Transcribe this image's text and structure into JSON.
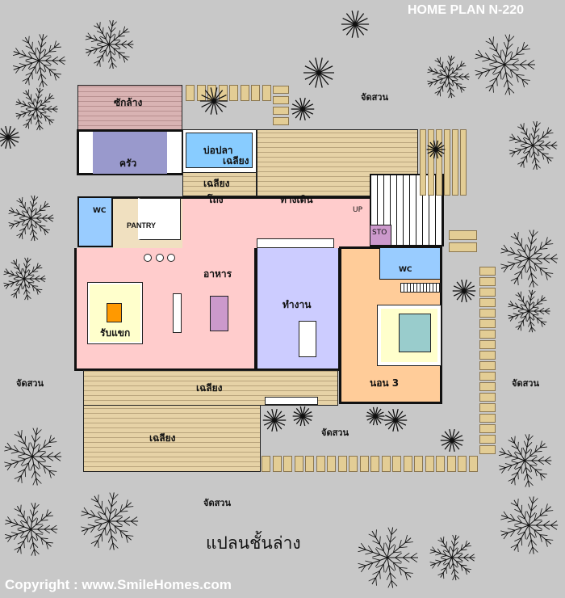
{
  "title": "HOME PLAN N-220",
  "plan_title": "แปลนชั้นล่าง",
  "copyright": "Copyright : www.SmileHomes.com",
  "rooms": {
    "laundry": "ซักล้าง",
    "kitchen": "ครัว",
    "pond_line1": "บ่อปลา",
    "pond_line2": "เฉลียง",
    "terrace_small": "เฉลียง",
    "wc_left": "WC",
    "pantry": "PANTRY",
    "hall": "โถง",
    "walkway": "ทางเดิน",
    "up": "UP",
    "storage": "STO",
    "dining": "อาหาร",
    "living": "รับแขก",
    "work": "ทำงาน",
    "wc_right": "WC",
    "bedroom": "นอน 3",
    "veranda": "เฉลียง",
    "deck": "เฉลียง"
  },
  "garden": [
    "จัดสวน",
    "จัดสวน",
    "จัดสวน",
    "จัดสวน",
    "จัดสวน"
  ],
  "colors": {
    "background": "#c8c8c8",
    "hall": "#ffcccc",
    "kitchen": "#9999cc",
    "work": "#ccccff",
    "bedroom": "#ffcc99",
    "wc": "#99ccff",
    "pond": "#88ccff",
    "storage": "#cc99cc",
    "pantry": "#f0e0c0",
    "laundry": "#d8b0b0"
  }
}
